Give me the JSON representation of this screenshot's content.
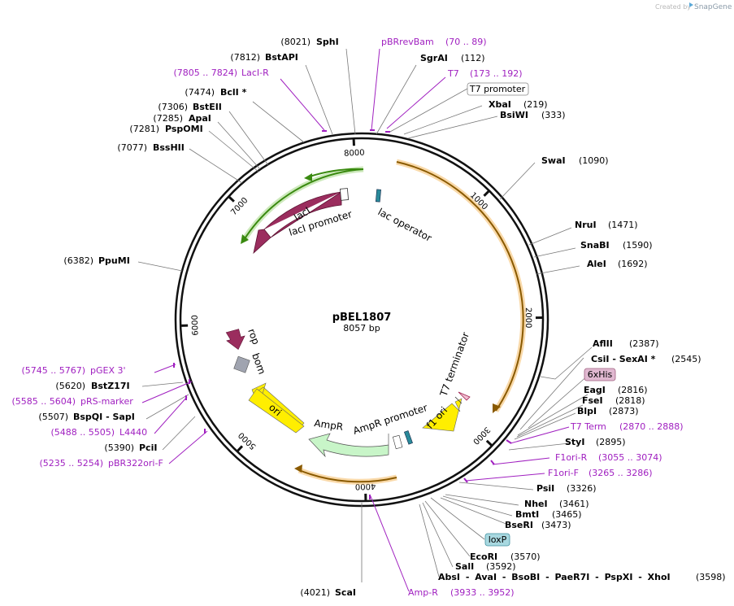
{
  "credit": {
    "created_by": "Created by",
    "brand": "SnapGene"
  },
  "plasmid": {
    "name": "pBEL1807",
    "size_label": "8057 bp",
    "length": 8057
  },
  "ticks": [
    "1000",
    "2000",
    "3000",
    "4000",
    "5000",
    "6000",
    "7000",
    "8000"
  ],
  "enzymes": [
    {
      "pos": "(8021)",
      "name": "SphI",
      "site": 8021
    },
    {
      "pos": "(7812)",
      "name": "BstAPI",
      "site": 7812
    },
    {
      "pos": "(7474)",
      "name": "BclI *",
      "site": 7474
    },
    {
      "pos": "(7306)",
      "name": "BstEII",
      "site": 7306
    },
    {
      "pos": "(7285)",
      "name": "ApaI",
      "site": 7285
    },
    {
      "pos": "(7281)",
      "name": "PspOMI",
      "site": 7281
    },
    {
      "pos": "(7077)",
      "name": "BssHII",
      "site": 7077
    },
    {
      "pos": "(6382)",
      "name": "PpuMI",
      "site": 6382
    },
    {
      "pos": "(5620)",
      "name": "BstZ17I",
      "site": 5620
    },
    {
      "pos": "(5507)",
      "name": "BspQI - SapI",
      "site": 5507
    },
    {
      "pos": "(5390)",
      "name": "PciI",
      "site": 5390
    },
    {
      "pos": "(4021)",
      "name": "ScaI",
      "site": 4021
    },
    {
      "pos": "(112)",
      "name": "SgrAI",
      "site": 112
    },
    {
      "pos": "(219)",
      "name": "XbaI",
      "site": 219
    },
    {
      "pos": "(333)",
      "name": "BsiWI",
      "site": 333
    },
    {
      "pos": "(1090)",
      "name": "SwaI",
      "site": 1090
    },
    {
      "pos": "(1471)",
      "name": "NruI",
      "site": 1471
    },
    {
      "pos": "(1590)",
      "name": "SnaBI",
      "site": 1590
    },
    {
      "pos": "(1692)",
      "name": "AleI",
      "site": 1692
    },
    {
      "pos": "(2387)",
      "name": "AflII",
      "site": 2387
    },
    {
      "pos": "(2545)",
      "name": "CsiI - SexAI *",
      "site": 2545
    },
    {
      "pos": "(2816)",
      "name": "EagI",
      "site": 2816
    },
    {
      "pos": "(2818)",
      "name": "FseI",
      "site": 2818
    },
    {
      "pos": "(2873)",
      "name": "BlpI",
      "site": 2873
    },
    {
      "pos": "(2895)",
      "name": "StyI",
      "site": 2895
    },
    {
      "pos": "(3326)",
      "name": "PsiI",
      "site": 3326
    },
    {
      "pos": "(3461)",
      "name": "NheI",
      "site": 3461
    },
    {
      "pos": "(3465)",
      "name": "BmtI",
      "site": 3465
    },
    {
      "pos": "(3473)",
      "name": "BseRI",
      "site": 3473
    },
    {
      "pos": "(3570)",
      "name": "EcoRI",
      "site": 3570
    },
    {
      "pos": "(3592)",
      "name": "SalI",
      "site": 3592
    },
    {
      "pos": "(3598)",
      "name": "AbsI - AvaI - BsoBI - PaeR7I - PspXI - XhoI",
      "site": 3598
    }
  ],
  "primers": [
    {
      "name": "pBRrevBam",
      "range": "(70 .. 89)"
    },
    {
      "name": "T7",
      "range": "(173 .. 192)"
    },
    {
      "name": "LacI-R",
      "range": "(7805 .. 7824)"
    },
    {
      "name": "pGEX 3'",
      "range": "(5745 .. 5767)"
    },
    {
      "name": "pRS-marker",
      "range": "(5585 .. 5604)"
    },
    {
      "name": "L4440",
      "range": "(5488 .. 5505)"
    },
    {
      "name": "pBR322ori-F",
      "range": "(5235 .. 5254)"
    },
    {
      "name": "T7 Term",
      "range": "(2870 .. 2888)"
    },
    {
      "name": "F1ori-R",
      "range": "(3055 .. 3074)"
    },
    {
      "name": "F1ori-F",
      "range": "(3265 .. 3286)"
    },
    {
      "name": "Amp-R",
      "range": "(3933 .. 3952)"
    }
  ],
  "boxed_features": [
    {
      "name": "T7 promoter",
      "color": "#ffffff"
    },
    {
      "name": "6xHis",
      "color": "#e0b8d0"
    },
    {
      "name": "loxP",
      "color": "#a8d8e0"
    }
  ],
  "features": [
    {
      "name": "lacI",
      "color": "#9b2d5e"
    },
    {
      "name": "lacI promoter",
      "color": "#ffffff"
    },
    {
      "name": "lac operator",
      "color": "#2a8a9a"
    },
    {
      "name": "rop",
      "color": "#9b2d5e"
    },
    {
      "name": "bom",
      "color": "#a0a4b0"
    },
    {
      "name": "ori",
      "color": "#ffee00"
    },
    {
      "name": "AmpR",
      "color": "#c8f5c8"
    },
    {
      "name": "AmpR promoter",
      "color": "#ffffff"
    },
    {
      "name": "f1 ori",
      "color": "#ffee00"
    },
    {
      "name": "T7 terminator",
      "color": "#d04070"
    }
  ],
  "colors": {
    "enzyme": "#000000",
    "primer": "#a020c0",
    "orf": "#f5a623",
    "green_orf": "#4aa020"
  }
}
